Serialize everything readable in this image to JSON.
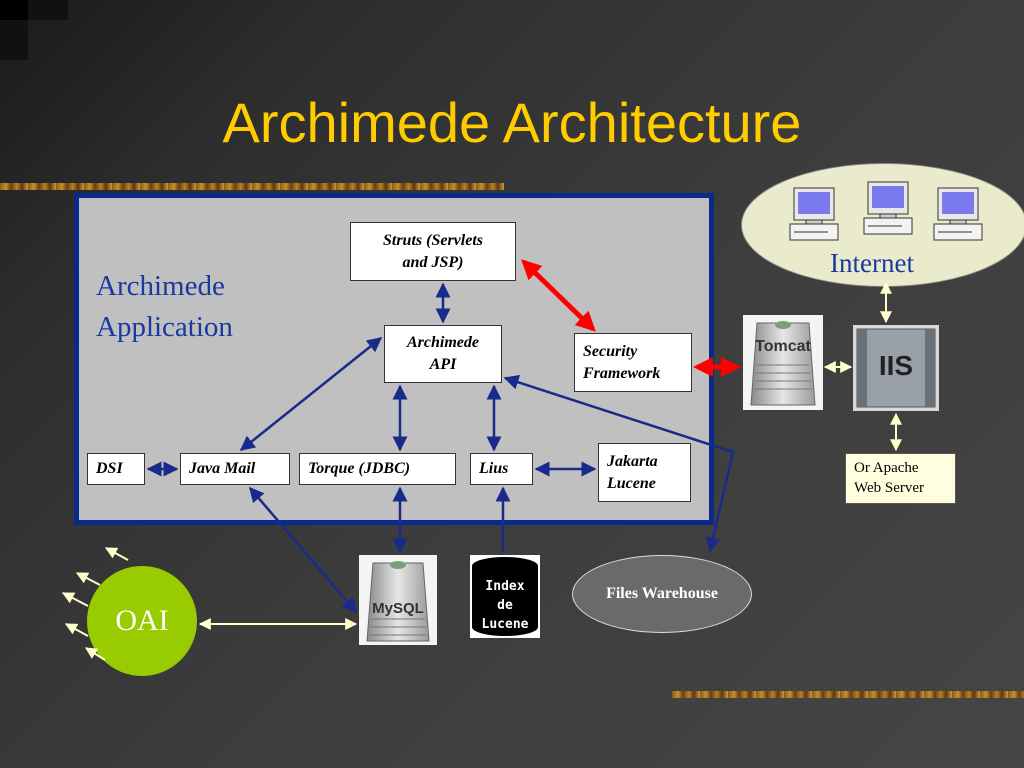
{
  "slide": {
    "title": "Archimede Architecture"
  },
  "application": {
    "label_line1": "Archimede",
    "label_line2": "Application"
  },
  "boxes": {
    "struts_line1": "Struts (Servlets",
    "struts_line2": "and JSP)",
    "api_line1": "Archimede",
    "api_line2": "API",
    "security_line1": "Security",
    "security_line2": "Framework",
    "dsi": "DSI",
    "javamail": "Java Mail",
    "torque": "Torque (JDBC)",
    "lius": "Lius",
    "jakarta_line1": "Jakarta",
    "jakarta_line2": "Lucene"
  },
  "internet": {
    "label": "Internet"
  },
  "servers": {
    "tomcat": "Tomcat",
    "iis": "IIS",
    "mysql": "MySQL",
    "apache_line1": "Or Apache",
    "apache_line2": "Web Server"
  },
  "storage": {
    "files_warehouse": "Files Warehouse",
    "index_line1": "Index",
    "index_line2": "de",
    "index_line3": "Lucene"
  },
  "oai": {
    "label": "OAI"
  },
  "colors": {
    "title": "#ffcc00",
    "panel_border": "#0a2a8a",
    "arrow_blue": "#1a2a8a",
    "arrow_red": "#ff0000",
    "oai_green": "#99cc00",
    "label_blue": "#1a3aa0"
  }
}
